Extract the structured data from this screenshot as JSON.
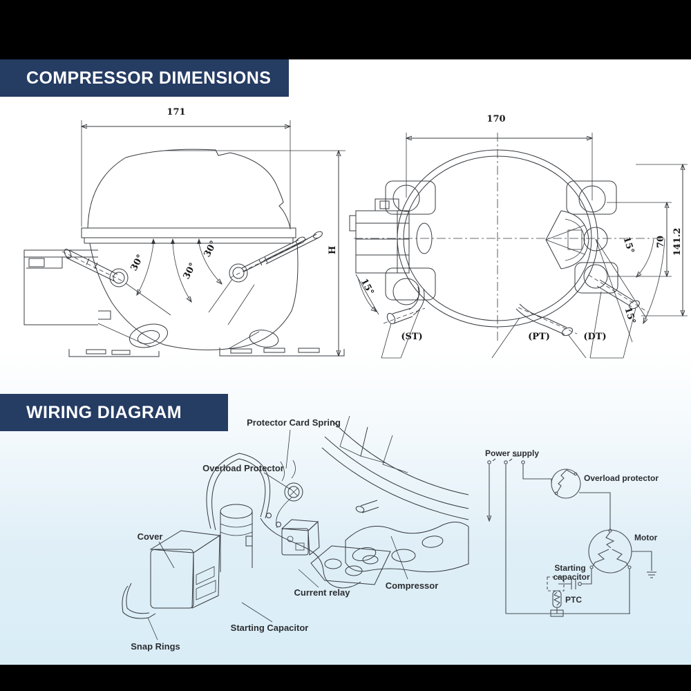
{
  "colors": {
    "banner_bg": "#253c63",
    "banner_text": "#ffffff",
    "letterbox": "#000000",
    "paper_top": "#ffffff",
    "paper_bottom": "#d9edf7",
    "line": "#34383d"
  },
  "banners": {
    "dimensions": "COMPRESSOR DIMENSIONS",
    "wiring": "WIRING DIAGRAM"
  },
  "side_view": {
    "dim_width": "171",
    "dim_height": "H",
    "angles": [
      "30°",
      "30°",
      "30°"
    ]
  },
  "top_view": {
    "dim_width": "170",
    "dim_overall": "141.2",
    "dim_pitch": "70",
    "angle_left": "15°",
    "angles_right": [
      "15°",
      "15°"
    ],
    "tubes": [
      "(ST)",
      "(PT)",
      "(DT)"
    ]
  },
  "exploded": {
    "labels": {
      "protector_card_spring": "Protector Card Spring",
      "overload_protector": "Overload Protector",
      "cover": "Cover",
      "snap_rings": "Snap Rings",
      "starting_capacitor": "Starting Capacitor",
      "current_relay": "Current relay",
      "compressor": "Compressor"
    }
  },
  "schematic": {
    "labels": {
      "power_supply": "Power supply",
      "overload_protector": "Overload protector",
      "motor": "Motor",
      "starting_capacitor_1": "Starting",
      "starting_capacitor_2": "capacitor",
      "ptc": "PTC"
    }
  }
}
